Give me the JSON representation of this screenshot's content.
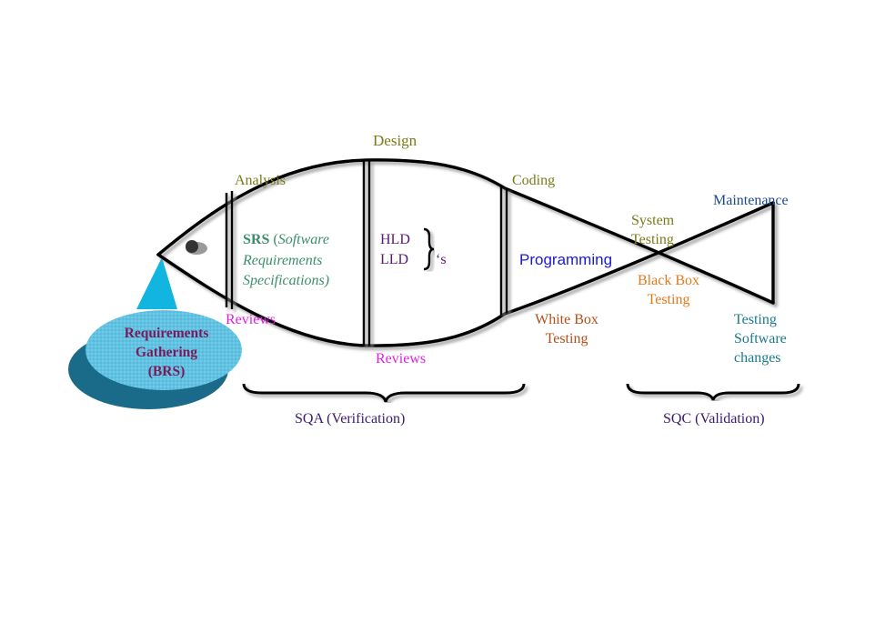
{
  "colors": {
    "olive": "#7a7a1a",
    "green": "#3a8f6a",
    "purple": "#5a1a6e",
    "magenta": "#e020e0",
    "blue": "#1a1ad0",
    "brown": "#b0501a",
    "orange": "#e07a1a",
    "navy": "#1a4a8a",
    "teal": "#1a7a8a",
    "dark_purple": "#3a1a6e",
    "bubble_purple": "#7a1a5a",
    "bubble_top": "#64c4e4",
    "bubble_side": "#1a6a8a"
  },
  "stages": {
    "design": "Design",
    "analysis": "Analysis",
    "coding": "Coding",
    "maintenance": "Maintenance"
  },
  "analysis": {
    "srs_abbr": "SRS",
    "srs_open": " (",
    "srs_line1": "Software",
    "srs_line2": "Requirements",
    "srs_line3": "Specifications)",
    "reviews": "Reviews"
  },
  "design": {
    "hld": "HLD",
    "lld": "LLD",
    "suffix": "‘s",
    "reviews": "Reviews"
  },
  "coding": {
    "programming": "Programming",
    "white_box_line1": "White Box",
    "white_box_line2": "Testing"
  },
  "testing": {
    "system_line1": "System",
    "system_line2": "Testing",
    "black_box_line1": "Black Box",
    "black_box_line2": "Testing"
  },
  "maintenance": {
    "line1": "Testing",
    "line2": "Software",
    "line3": "changes"
  },
  "requirements": {
    "line1": "Requirements",
    "line2": "Gathering",
    "line3": "(BRS)"
  },
  "braces": {
    "sqa": "SQA (Verification)",
    "sqc": "SQC (Validation)"
  }
}
